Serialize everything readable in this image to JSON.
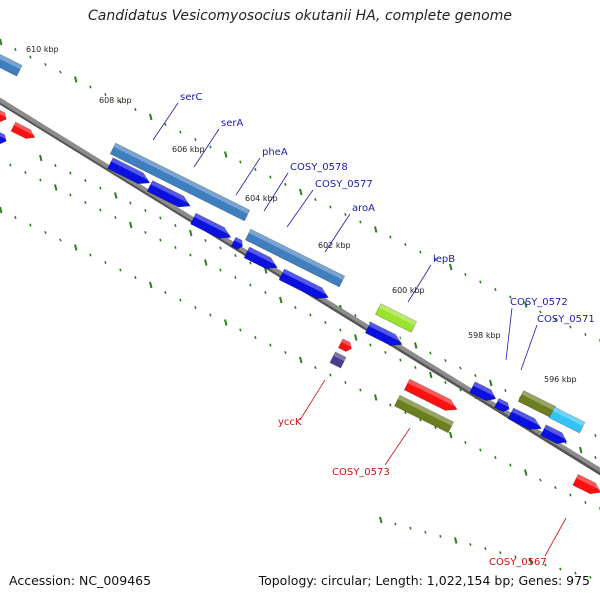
{
  "title": "Candidatus Vesicomyosocius okutanii HA, complete genome",
  "footer": {
    "accession": "Accession: NC_009465",
    "summary": "Topology: circular; Length: 1,022,154 bp; Genes: 975"
  },
  "colors": {
    "backbone": "#8c8c8c",
    "tick": "#2f7d1f",
    "forward_gene": "#0a10e0",
    "reverse_gene": "#ff1010",
    "feature_blue": "#3f7fbf",
    "feature_green": "#6b7f1f",
    "feature_lime": "#9be32a",
    "feature_cyan": "#33c4f5",
    "label_forward": "#1a1ab0",
    "label_reverse": "#cc1010"
  },
  "kbp_labels": [
    "610 kbp",
    "608 kbp",
    "606 kbp",
    "604 kbp",
    "602 kbp",
    "600 kbp",
    "598 kbp",
    "596 kbp"
  ],
  "gene_labels": [
    {
      "text": "serC",
      "strand": "forward"
    },
    {
      "text": "serA",
      "strand": "forward"
    },
    {
      "text": "pheA",
      "strand": "forward"
    },
    {
      "text": "COSY_0578",
      "strand": "forward"
    },
    {
      "text": "COSY_0577",
      "strand": "forward"
    },
    {
      "text": "aroA",
      "strand": "forward"
    },
    {
      "text": "lepB",
      "strand": "forward"
    },
    {
      "text": "COSY_0572",
      "strand": "forward"
    },
    {
      "text": "COSY_0571",
      "strand": "forward"
    },
    {
      "text": "yccK",
      "strand": "reverse"
    },
    {
      "text": "COSY_0573",
      "strand": "reverse"
    },
    {
      "text": "COSY_0567",
      "strand": "reverse"
    }
  ]
}
